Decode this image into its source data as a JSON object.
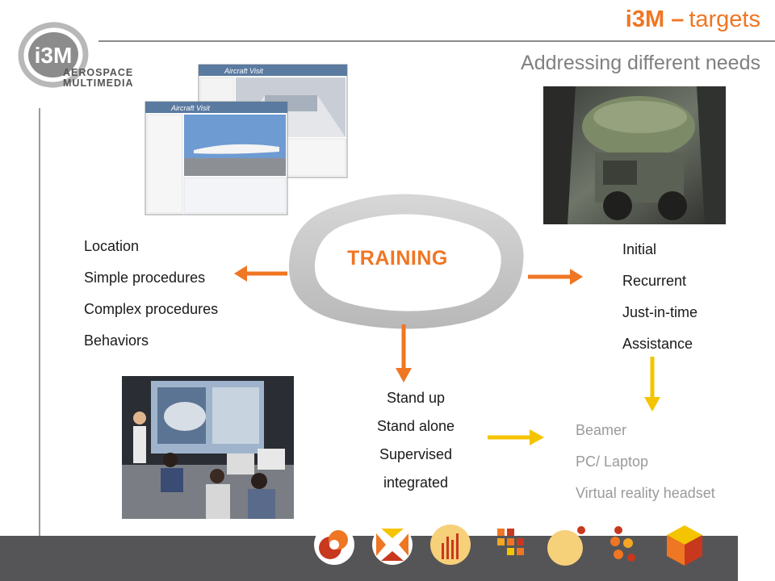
{
  "header": {
    "title_main": "i3M –",
    "title_rest": "targets",
    "subtitle": "Addressing different needs"
  },
  "logo": {
    "mark": "i3M",
    "line1": "AEROSPACE",
    "line2": "MULTIMEDIA"
  },
  "screens": {
    "window_title": "Aircraft Visit"
  },
  "center": {
    "label": "TRAINING"
  },
  "left_list": [
    "Location",
    "Simple procedures",
    "Complex procedures",
    "Behaviors"
  ],
  "right_list": [
    "Initial",
    "Recurrent",
    "Just-in-time",
    "Assistance"
  ],
  "bottom_list": [
    "Stand up",
    "Stand alone",
    "Supervised",
    "integrated"
  ],
  "device_list": [
    "Beamer",
    "PC/ Laptop",
    "Virtual reality headset"
  ],
  "colors": {
    "accent": "#ef7623",
    "arrow_yellow": "#f5c400",
    "gray_text": "#9a9a9a",
    "footer": "#555557"
  },
  "footer": {
    "icons": [
      "circles-icon",
      "x-mark-icon",
      "bars-icon",
      "grid-squares-icon",
      "dot-circle-icon",
      "dots-cluster-icon",
      "cube-icon"
    ]
  }
}
